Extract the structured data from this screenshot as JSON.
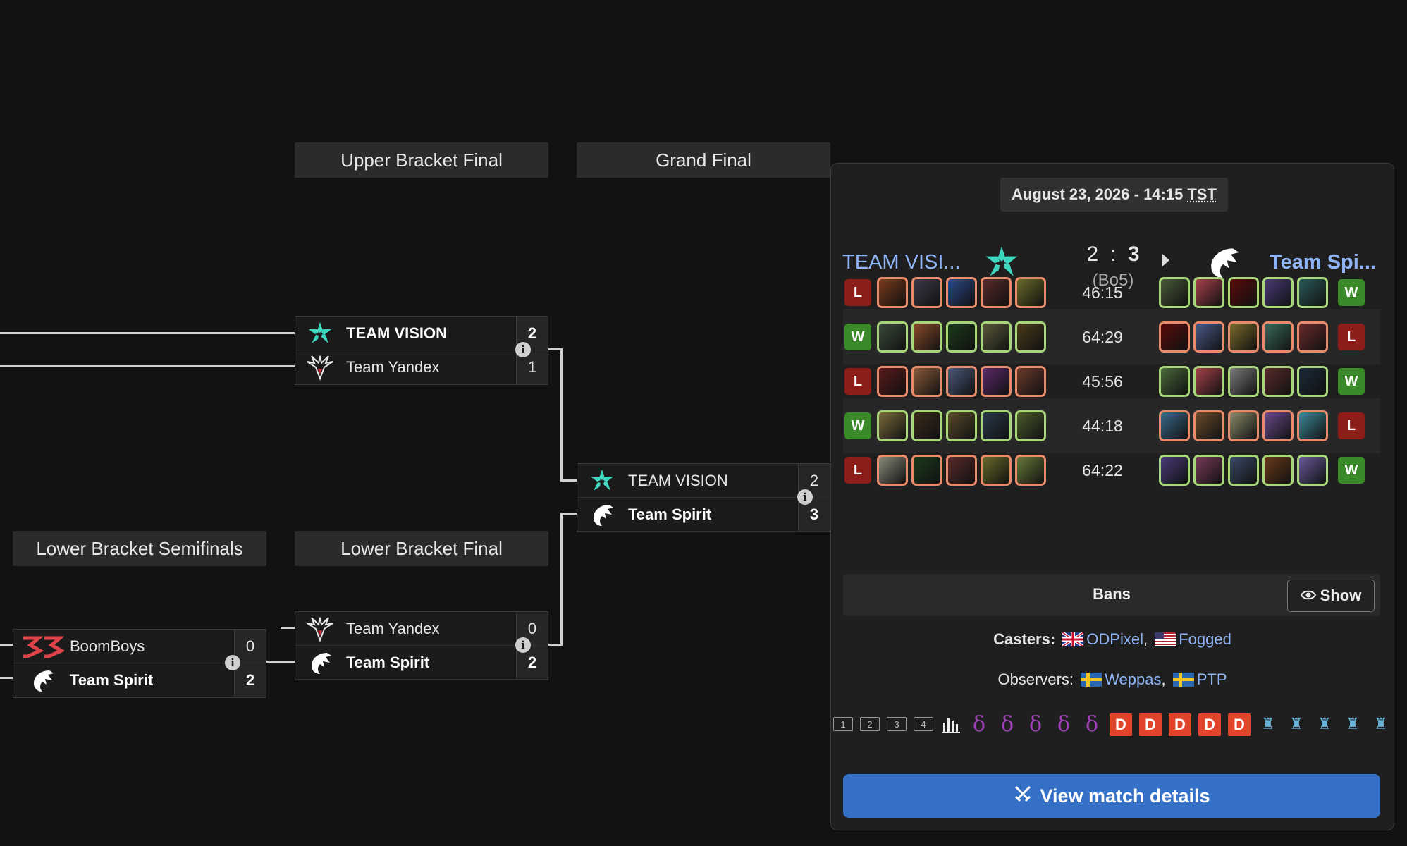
{
  "headers": {
    "upper_bracket_final": "Upper Bracket Final",
    "grand_final": "Grand Final",
    "lower_bracket_semifinals": "Lower Bracket Semifinals",
    "lower_bracket_final": "Lower Bracket Final"
  },
  "matches": {
    "ubf": {
      "team1": "TEAM VISION",
      "score1": "2",
      "team2": "Team Yandex",
      "score2": "1"
    },
    "gf": {
      "team1": "TEAM VISION",
      "score1": "2",
      "team2": "Team Spirit",
      "score2": "3"
    },
    "lbs": {
      "team1": "BoomBoys",
      "score1": "0",
      "team2": "Team Spirit",
      "score2": "2"
    },
    "lbf": {
      "team1": "Team Yandex",
      "score1": "0",
      "team2": "Team Spirit",
      "score2": "2"
    }
  },
  "info_icon": "i",
  "popup": {
    "date": "August 23, 2026 - 14:15",
    "timezone": "TST",
    "left_team": "TEAM VISI...",
    "right_team": "Team Spi...",
    "score_left": "2",
    "score_sep": ":",
    "score_right": "3",
    "format": "(Bo5)",
    "games": [
      {
        "left_result": "L",
        "time": "46:15",
        "right_result": "W"
      },
      {
        "left_result": "W",
        "time": "64:29",
        "right_result": "L"
      },
      {
        "left_result": "L",
        "time": "45:56",
        "right_result": "W"
      },
      {
        "left_result": "W",
        "time": "44:18",
        "right_result": "L"
      },
      {
        "left_result": "L",
        "time": "64:22",
        "right_result": "W"
      }
    ],
    "bans_label": "Bans",
    "show_label": "Show",
    "casters_label": "Casters:",
    "casters": [
      "ODPixel",
      "Fogged"
    ],
    "observers_label": "Observers:",
    "observers": [
      "Weppas",
      "PTP"
    ],
    "sep": ",",
    "stream_icons": [
      "1",
      "2",
      "3",
      "4"
    ],
    "d_label": "D",
    "view_details": "View match details"
  },
  "colors": {
    "win": "#3a8a2a",
    "loss": "#8c1d18",
    "link": "#8fb4f5",
    "button": "#3570c7",
    "vision": "#3fd6c0",
    "boomboys": "#e0444a"
  }
}
